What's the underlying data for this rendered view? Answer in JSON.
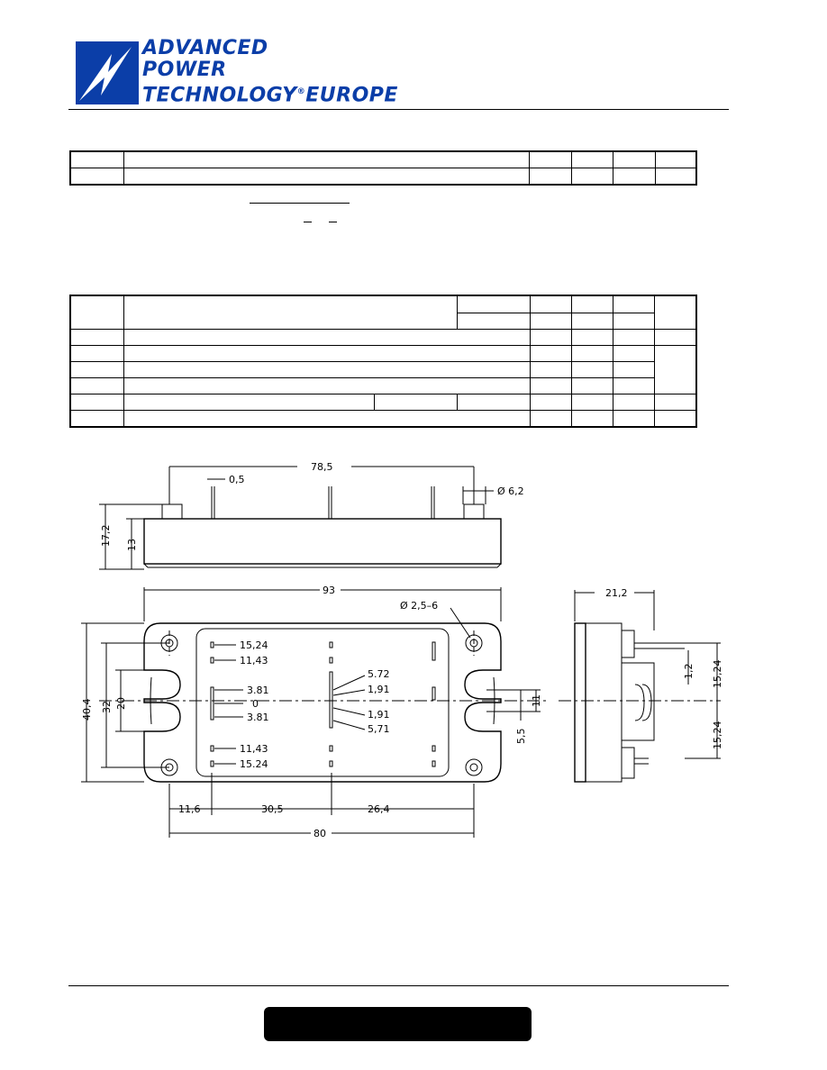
{
  "header": {
    "brand_line1": "ADVANCED",
    "brand_line2": "POWER",
    "brand_line3": "TECHNOLOGY",
    "brand_line3b": "EUROPE",
    "brand_color": "#0b3ea8"
  },
  "drawing": {
    "dims": {
      "d785": "78,5",
      "d05": "0,5",
      "d62": "Ø 6,2",
      "d172": "17,2",
      "d13": "13",
      "d93": "93",
      "d256": "Ø 2,5–6",
      "d212": "21,2",
      "p1524a": "15,24",
      "p1143a": "11,43",
      "p381a": "3.81",
      "p0": "0",
      "p381b": "3.81",
      "p1143b": "11,43",
      "p1524b": "15.24",
      "p572": "5.72",
      "p191a": "1,91",
      "p191b": "1,91",
      "p571": "5,71",
      "d404": "40,4",
      "d32": "32",
      "d20": "20",
      "d11": "11",
      "d55": "5,5",
      "d12": "1,2",
      "d1524r1": "15,24",
      "d1524r2": "15,24",
      "d116": "11,6",
      "d305": "30,5",
      "d264": "26,4",
      "d80": "80"
    }
  }
}
